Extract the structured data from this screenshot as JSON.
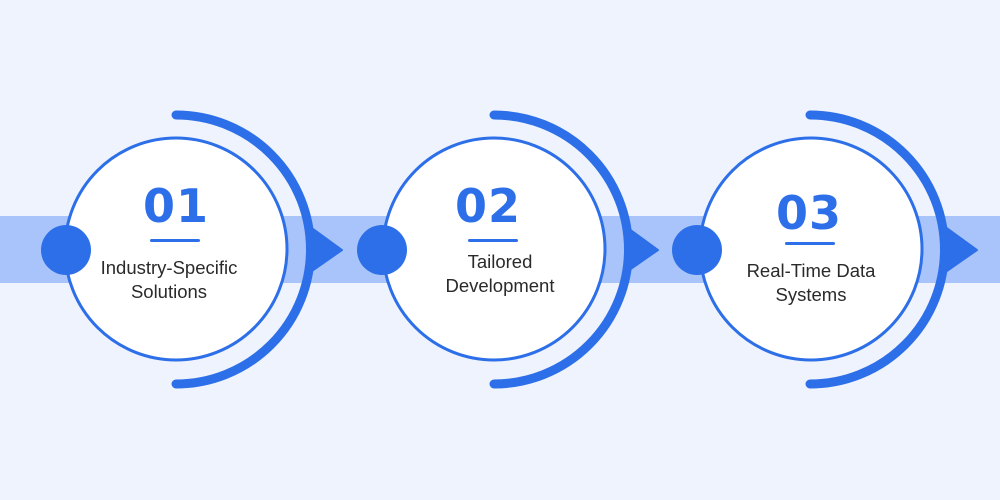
{
  "colors": {
    "background": "#EEF3FD",
    "band": "#A8C4FA",
    "accent": "#2D6FE8",
    "circle_fill": "#FFFFFF",
    "text": "#2A2A2A"
  },
  "steps": [
    {
      "number": "01",
      "label_line1": "Industry-Specific",
      "label_line2": "Solutions"
    },
    {
      "number": "02",
      "label_line1": "Tailored",
      "label_line2": "Development"
    },
    {
      "number": "03",
      "label_line1": "Real-Time Data",
      "label_line2": "Systems"
    }
  ]
}
